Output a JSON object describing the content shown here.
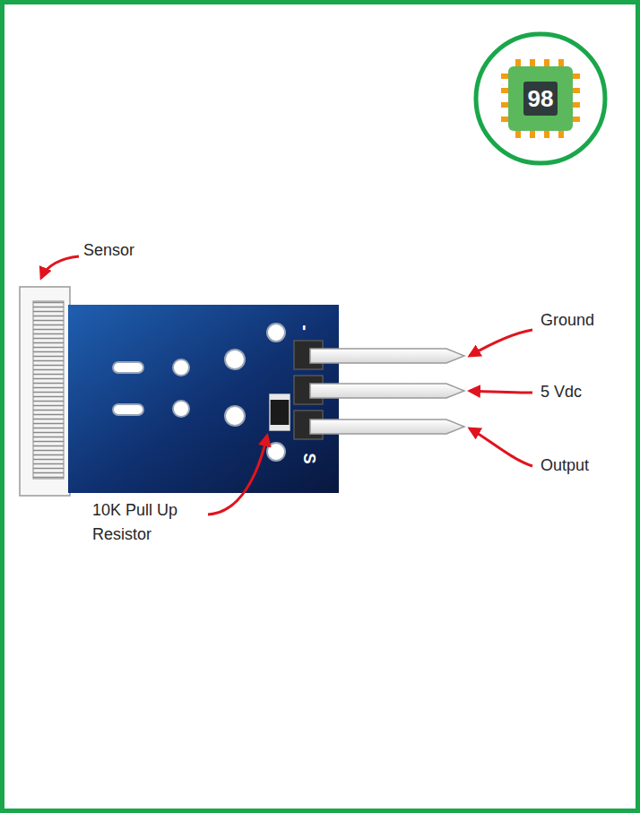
{
  "diagram": {
    "labels": [
      "Sensor",
      "Ground",
      "5 Vdc",
      "Output",
      "10K Pull Up Resistor",
      "-",
      "S",
      "98"
    ]
  }
}
